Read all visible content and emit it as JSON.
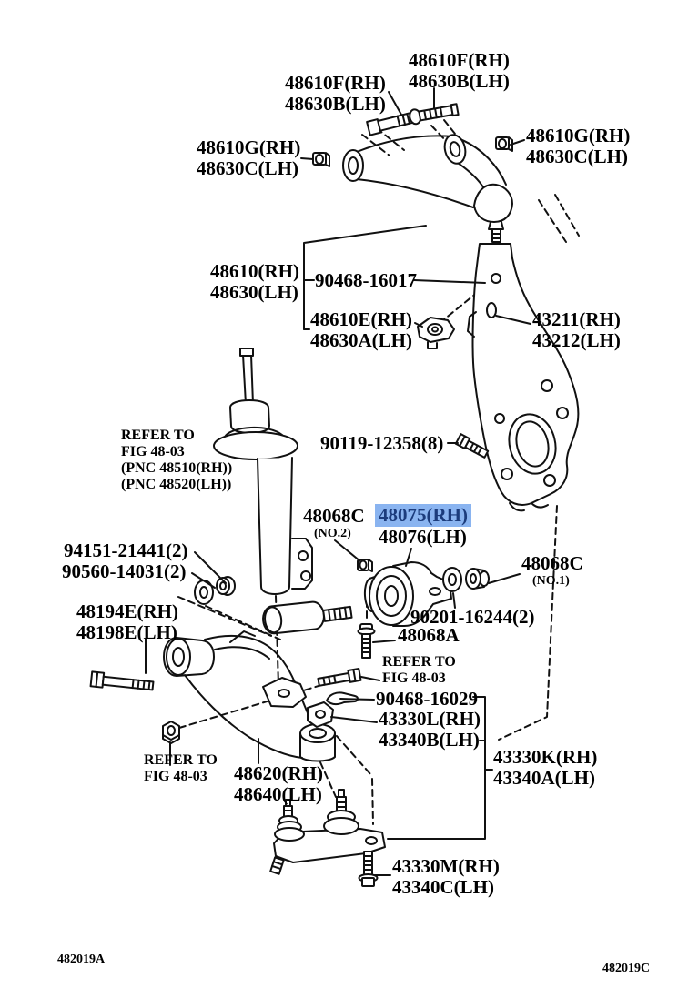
{
  "highlight": {
    "bg": "#8ab4f0",
    "fg": "#1c3c7c"
  },
  "corner": {
    "left": "482019A",
    "right": "482019C"
  },
  "labels": {
    "upper_bolt_l": [
      "48610F(RH)",
      "48630B(LH)"
    ],
    "upper_bolt_r": [
      "48610F(RH)",
      "48630B(LH)"
    ],
    "upper_nut_l": [
      "48610G(RH)",
      "48630C(LH)"
    ],
    "upper_nut_r": [
      "48610G(RH)",
      "48630C(LH)"
    ],
    "upper_arm": [
      "48610(RH)",
      "48630(LH)"
    ],
    "bolt_90468_16017": "90468-16017",
    "upper_arm_sub": [
      "48610E(RH)",
      "48630A(LH)"
    ],
    "knuckle": [
      "43211(RH)",
      "43212(LH)"
    ],
    "strut_note": [
      "REFER TO",
      "FIG 48-03",
      "(PNC 48510(RH))",
      "(PNC 48520(LH))"
    ],
    "bolt_90119": "90119-12358(8)",
    "nut_no2": [
      "48068C",
      "(NO.2)"
    ],
    "bush_rh": "48075(RH)",
    "bush_lh": "48076(LH)",
    "washer_94151": "94151-21441(2)",
    "washer_90560": "90560-14031(2)",
    "bolt_48194e": [
      "48194E(RH)",
      "48198E(LH)"
    ],
    "nut_no1": [
      "48068C",
      "(NO.1)"
    ],
    "washer_90201": "90201-16244(2)",
    "bolt_48068a": "48068A",
    "mid_note": [
      "REFER TO",
      "FIG 48-03"
    ],
    "bolt_90468_16029": "90468-16029",
    "clamp_43330l": [
      "43330L(RH)",
      "43340B(LH)"
    ],
    "lower_note": [
      "REFER TO",
      "FIG 48-03"
    ],
    "lower_arm": [
      "48620(RH)",
      "48640(LH)"
    ],
    "bj_43330k": [
      "43330K(RH)",
      "43340A(LH)"
    ],
    "bolt_43330m": [
      "43330M(RH)",
      "43340C(LH)"
    ]
  }
}
